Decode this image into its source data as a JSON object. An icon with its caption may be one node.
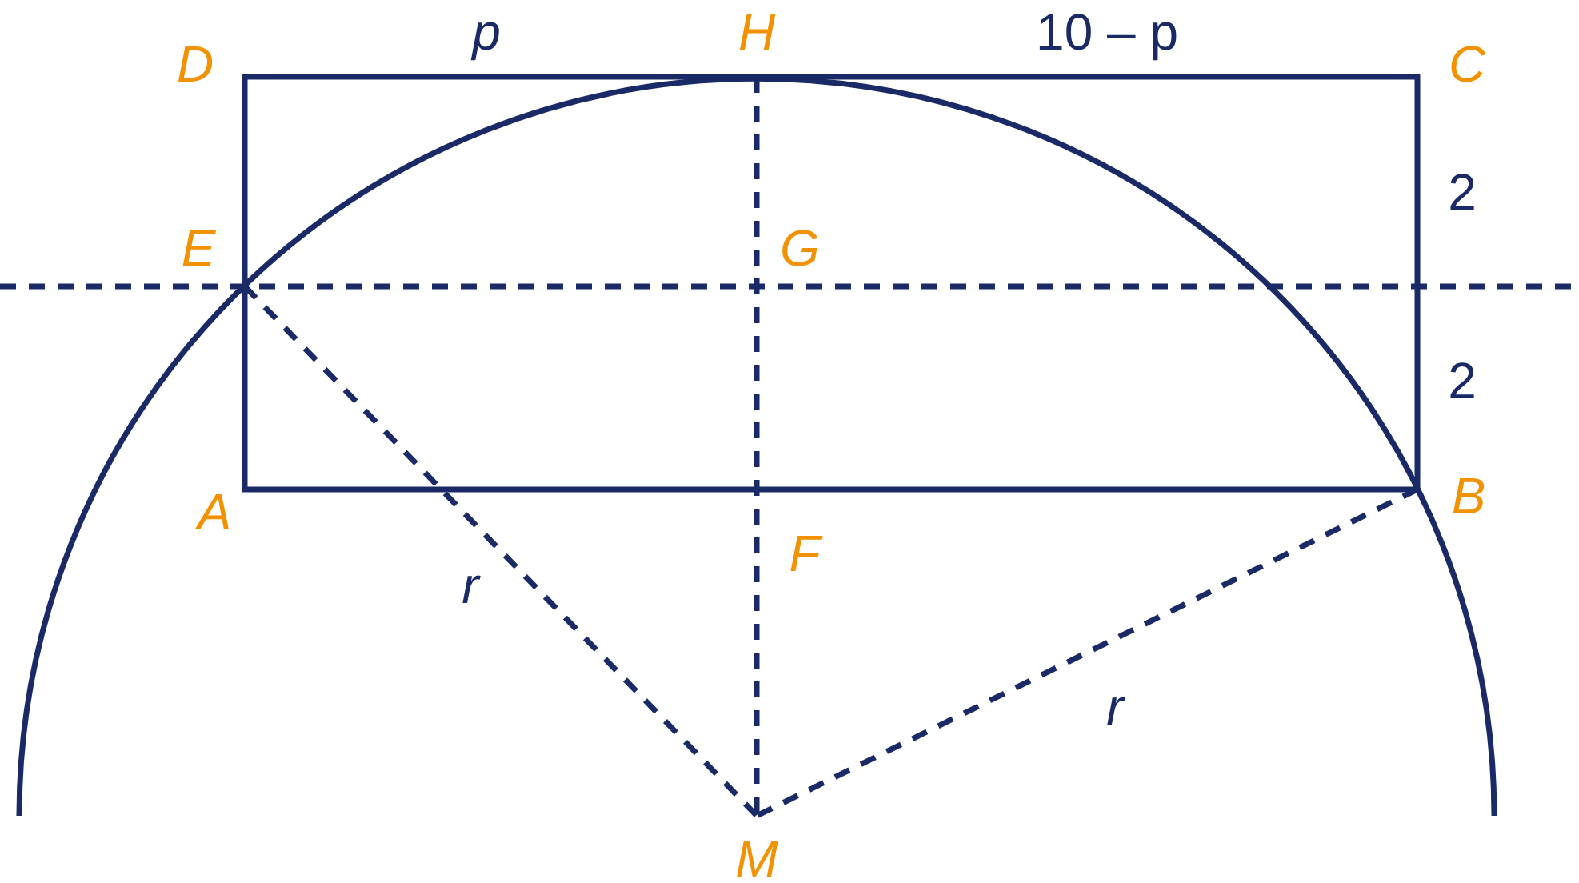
{
  "diagram": {
    "labels": [
      "D",
      "p",
      "H",
      "10 – p",
      "C",
      "2",
      "E",
      "G",
      "2",
      "A",
      "B",
      "F",
      "r",
      "r",
      "M"
    ]
  }
}
